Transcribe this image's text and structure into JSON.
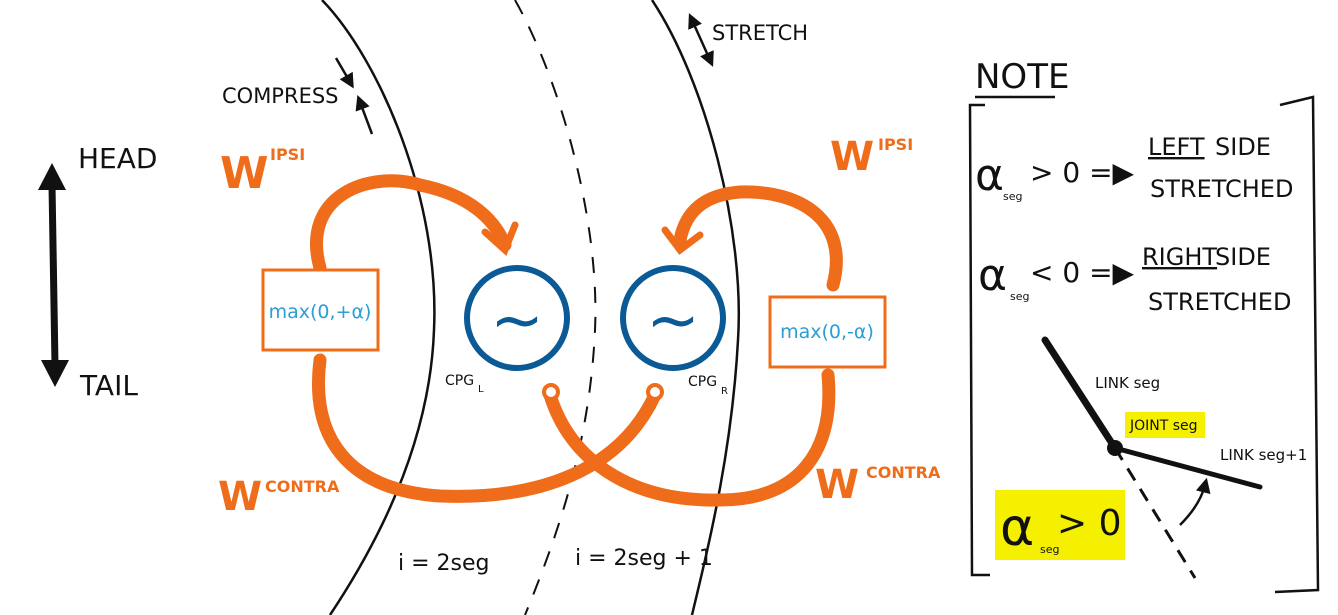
{
  "axis": {
    "head": "HEAD",
    "tail": "TAIL"
  },
  "body_labels": {
    "compress": "COMPRESS",
    "stretch": "STRETCH"
  },
  "weights": {
    "w_letter": "W",
    "ipsi": "IPSI",
    "contra": "CONTRA"
  },
  "boxes": {
    "left": "max(0,+α)",
    "right": "max(0,-α)"
  },
  "cpg": {
    "symbol": "~",
    "left_label": "CPG",
    "left_sub": "L",
    "right_label": "CPG",
    "right_sub": "R"
  },
  "segments": {
    "left": "i = 2seg",
    "right": "i = 2seg + 1"
  },
  "note": {
    "title": "NOTE",
    "alpha": "α",
    "seg": "seg",
    "rule1_cond": "> 0 =▶",
    "rule1_side": "LEFT",
    "rule1_rest": "SIDE",
    "rule1_line2": "STRETCHED",
    "rule2_cond": "< 0 =▶",
    "rule2_side": "RIGHT",
    "rule2_rest": "SIDE",
    "rule2_line2": "STRETCHED",
    "link_seg": "LINK seg",
    "joint_seg": "JOINT seg",
    "link_seg1": "LINK seg+1",
    "alpha_gt": "> 0"
  },
  "colors": {
    "orange": "#ef6c1a",
    "blue": "#0b5a96",
    "text_blue": "#2a9fd6",
    "ink": "#111111",
    "highlight": "#f5f000"
  }
}
